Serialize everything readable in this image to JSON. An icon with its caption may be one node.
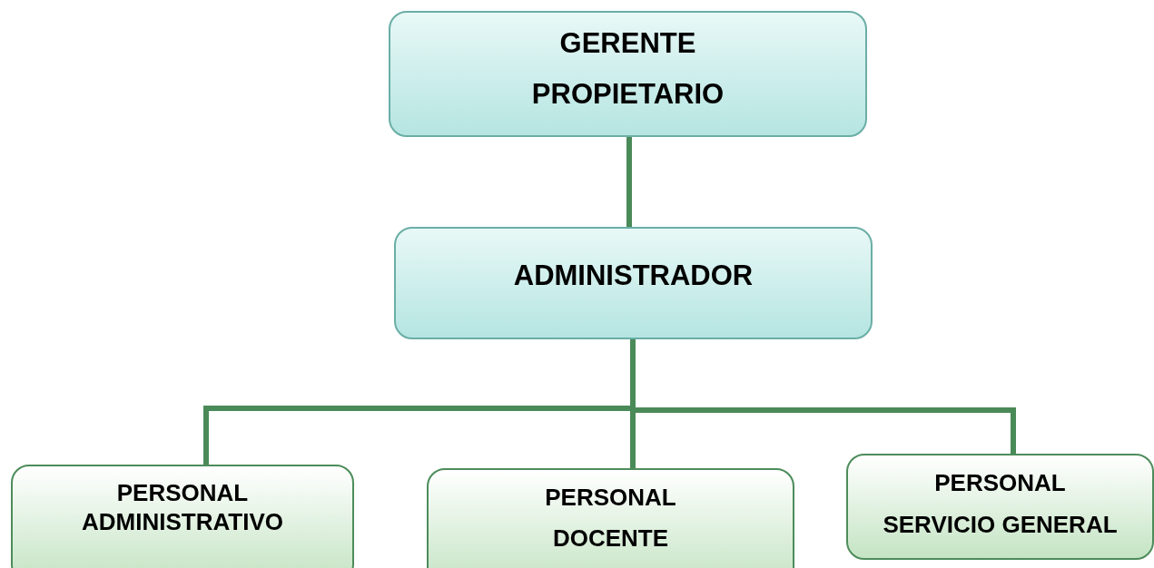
{
  "diagram": {
    "nodes": [
      {
        "text": [
          "GERENTE PROPIETARIO"
        ]
      },
      {
        "text": [
          "ADMINISTRADOR"
        ]
      },
      {
        "text": [
          "PERSONAL ADMINISTRATIVO"
        ]
      },
      {
        "text": [
          "PERSONAL DOCENTE"
        ]
      },
      {
        "text": [
          "PERSONAL SERVICIO GENERAL"
        ]
      }
    ],
    "edges": [
      {
        "from": 0,
        "to": 1,
        "arrow": "none"
      },
      {
        "from": 1,
        "to": 2,
        "arrow": "none"
      },
      {
        "from": 1,
        "to": 3,
        "arrow": "none"
      },
      {
        "from": 1,
        "to": 4,
        "arrow": "none"
      }
    ]
  }
}
